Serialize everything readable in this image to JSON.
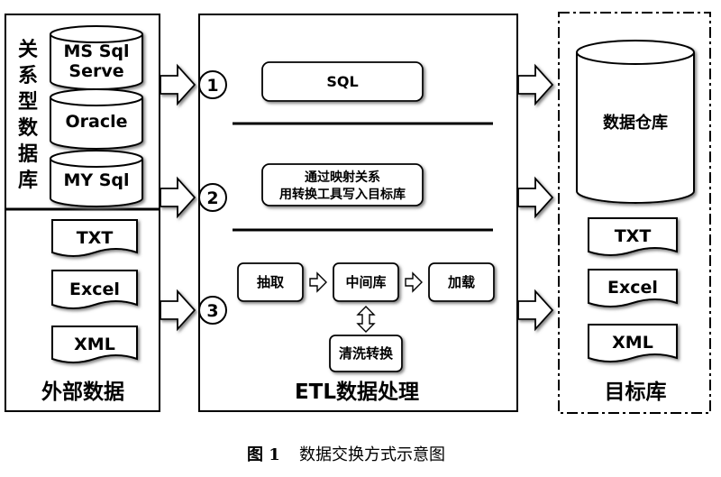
{
  "external": {
    "relational_label": "关系型数据库",
    "databases": [
      "MS Sql\nServe",
      "Oracle",
      "MY Sql"
    ],
    "files": [
      "TXT",
      "Excel",
      "XML"
    ],
    "title": "外部数据"
  },
  "etl": {
    "steps": [
      "1",
      "2",
      "3"
    ],
    "sql_label": "SQL",
    "mapping_label": "通过映射关系\n用转换工具写入目标库",
    "extract_label": "抽取",
    "staging_label": "中间库",
    "load_label": "加载",
    "cleanse_label": "清洗转换",
    "title": "ETL数据处理"
  },
  "target": {
    "warehouse_label": "数据仓库",
    "files": [
      "TXT",
      "Excel",
      "XML"
    ],
    "title": "目标库"
  },
  "caption": {
    "figure_no": "图 1",
    "text": "数据交换方式示意图"
  },
  "colors": {
    "line": "#000000",
    "shadow": "#777777",
    "box_fill": "#ffffff"
  }
}
